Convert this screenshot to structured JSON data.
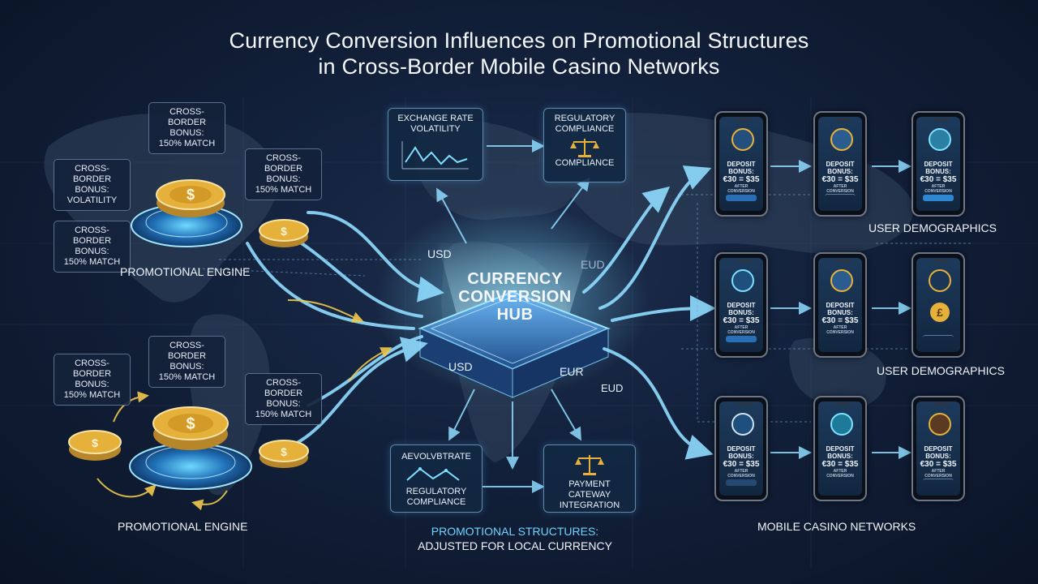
{
  "title_line1": "Currency Conversion Influences on Promotional Structures",
  "title_line2": "in Cross-Border Mobile Casino Networks",
  "tags": {
    "tl1": [
      "CROSS-BORDER",
      "BONUS:",
      "150% MATCH"
    ],
    "tl2": [
      "CROSS-BORDER",
      "BONUS:",
      "150% MATCH"
    ],
    "tl3": [
      "CROSS-BORDER",
      "BONUS:",
      "VOLATILITY"
    ],
    "tl4": [
      "CROSS-BORDER",
      "BONUS:",
      "150% MATCH"
    ],
    "bl1": [
      "CROSS-BORDER",
      "BONUS:",
      "150% MATCH"
    ],
    "bl2": [
      "CROSS-BORDER",
      "BONUS:",
      "150% MATCH"
    ],
    "bl3": [
      "CROSS-BORDER",
      "BONUS:",
      "150% MATCH"
    ]
  },
  "promo_engine_top": "PROMOTIONAL ENGINE",
  "promo_engine_bottom": "PROMOTIONAL ENGINE",
  "boxes": {
    "exchange": [
      "EXCHANGE RATE",
      "VOLATILITY"
    ],
    "regulatory_top": [
      "REGULATORY",
      "COMPLIANCE",
      "COMPLIANCE"
    ],
    "aevolv": [
      "AEVOLVBTRATE",
      "REGULATORY",
      "COMPLIANCE"
    ],
    "payment": [
      "PAYMENT CATEWAY",
      "INTEGRATION"
    ]
  },
  "hub": {
    "title_line1": "CURRENCY",
    "title_line2": "CONVERSION",
    "title_line3": "HUB",
    "usd_top": "USD",
    "eud_top": "EUD",
    "usd_base": "USD",
    "eur_base": "EUR",
    "eud_side": "EUD"
  },
  "bottom_caption_line1": "PROMOTIONAL STRUCTURES:",
  "bottom_caption_line2": "ADJUSTED FOR LOCAL CURRENCY",
  "right_labels": {
    "demographics_1": "USER DEMOGRAPHICS",
    "demographics_2": "USER DEMOGRAPHICS",
    "networks": "MOBILE CASINO NETWORKS"
  },
  "phone_text": {
    "line1": "DEPOSIT BONUS:",
    "line2": "€30 = $35",
    "line3": "AFTER CONVERSION"
  },
  "colors": {
    "background": "#12203a",
    "flow_arrow": "#7fd6ff",
    "chip_gold": "#e5b13a",
    "yellow_arrow": "#f2c94c"
  },
  "icons": {
    "chip": "dollar-chip-icon",
    "scale": "scale-icon",
    "lock": "lock-icon",
    "pound": "pound-coin-icon",
    "yen": "yen-coin-icon"
  }
}
